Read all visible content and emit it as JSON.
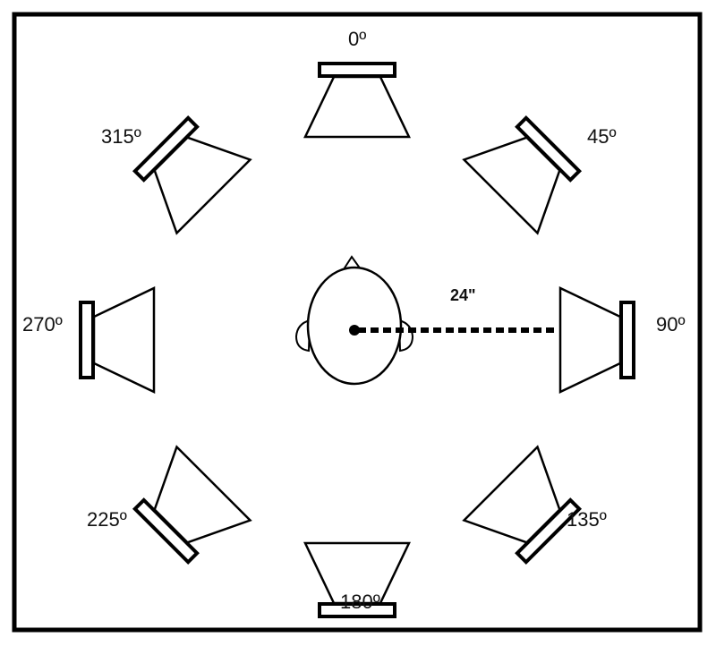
{
  "speakers": [
    {
      "angle": 0,
      "label": "0º"
    },
    {
      "angle": 45,
      "label": "45º"
    },
    {
      "angle": 90,
      "label": "90º"
    },
    {
      "angle": 135,
      "label": "135º"
    },
    {
      "angle": 180,
      "label": "180º"
    },
    {
      "angle": 225,
      "label": "225º"
    },
    {
      "angle": 270,
      "label": "270º"
    },
    {
      "angle": 315,
      "label": "315º"
    }
  ],
  "distance_label": "24\""
}
